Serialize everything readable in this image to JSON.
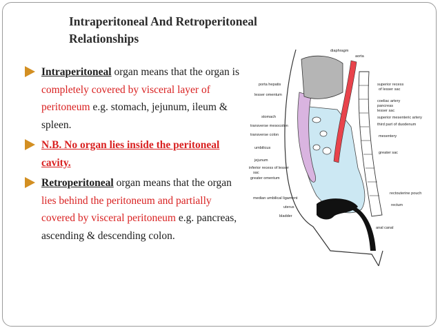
{
  "slide": {
    "title_line1": "Intraperitoneal And Retroperitoneal",
    "title_line2": "Relationships",
    "point1": {
      "term": "Intraperitoneal",
      "text_a": " organ means that the organ is ",
      "highlight": "completely covered by visceral layer of peritoneum",
      "text_b": " e.g. stomach, jejunum, ileum & spleen."
    },
    "point2": {
      "text": "N.B. No organ lies inside the peritoneal cavity."
    },
    "point3": {
      "term": "Retroperitoneal",
      "text_a": " organ means  that the organ ",
      "highlight": "lies behind the peritoneum and partially covered by visceral peritoneum",
      "text_b": " e.g. pancreas, ascending & descending colon."
    }
  },
  "figure": {
    "labels": {
      "diaphragm": "diaphragm",
      "aorta": "aorta",
      "porta_hepatis": "porta hepatis",
      "lesser_omentum": "lesser omentum",
      "superior_recess": "superior recess",
      "of_lesser_sac": "of lesser sac",
      "coeliac_artery": "coeliac artery",
      "pancreas": "pancreas",
      "lesser_sac": "lesser sac",
      "stomach": "stomach",
      "transverse_mesocolon": "transverse mesocolon",
      "transverse_colon": "transverse colon",
      "superior_mesenteric_artery": "superior mesenteric artery",
      "third_part_duodenum": "third part of duodenum",
      "mesentery": "mesentery",
      "umbilicus": "umbilicus",
      "jejunum": "jejunum",
      "inferior_recess": "inferior recess of lesser",
      "sac": "sac",
      "greater_omentum": "greater omentum",
      "greater_sac": "greater sac",
      "rectum": "rectum",
      "rectouterine_pouch": "rectouterine pouch",
      "median_umbilical_ligament": "median umbilical ligament",
      "uterus": "uterus",
      "bladder": "bladder",
      "anal_canal": "anal canal"
    }
  }
}
